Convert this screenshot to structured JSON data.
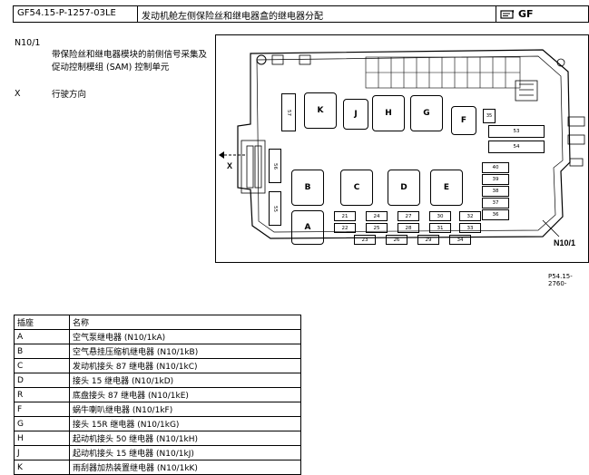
{
  "header": {
    "doc_id": "GF54.15-P-1257-03LE",
    "title": "发动机舱左侧保险丝和继电器盒的继电器分配",
    "tag": "GF"
  },
  "legend": [
    {
      "code": "N10/1",
      "desc": "带保险丝和继电器模块的前侧信号采集及促动控制模组 (SAM) 控制单元"
    },
    {
      "code": "X",
      "desc": "行驶方向"
    }
  ],
  "diagram": {
    "component_label": "N10/1",
    "direction_label": "X",
    "reference": "P54.15-2760-",
    "relays": [
      "K",
      "J",
      "H",
      "G",
      "F",
      "B",
      "C",
      "D",
      "E",
      "A"
    ],
    "connectors": [
      "57",
      "56",
      "55",
      "53",
      "54",
      "35"
    ],
    "fuses_right": [
      "40",
      "39",
      "38",
      "37",
      "36"
    ],
    "fuses_bottom": [
      "21",
      "22",
      "23",
      "24",
      "25",
      "26",
      "27",
      "28",
      "29",
      "30",
      "31",
      "32",
      "33",
      "34"
    ]
  },
  "table": {
    "headers": [
      "插座",
      "名称"
    ],
    "rows": [
      [
        "A",
        "空气泵继电器 (N10/1kA)"
      ],
      [
        "B",
        "空气悬挂压缩机继电器 (N10/1kB)"
      ],
      [
        "C",
        "发动机接头 87 继电器 (N10/1kC)"
      ],
      [
        "D",
        "接头 15 继电器 (N10/1kD)"
      ],
      [
        "R",
        "底盘接头 87 继电器 (N10/1kE)"
      ],
      [
        "F",
        "蜗牛喇叭继电器 (N10/1kF)"
      ],
      [
        "G",
        "接头 15R 继电器 (N10/1kG)"
      ],
      [
        "H",
        "起动机接头 50 继电器 (N10/1kH)"
      ],
      [
        "J",
        "起动机接头 15 继电器 (N10/1kJ)"
      ],
      [
        "K",
        "雨刮器加热装置继电器 (N10/1kK)"
      ]
    ]
  }
}
